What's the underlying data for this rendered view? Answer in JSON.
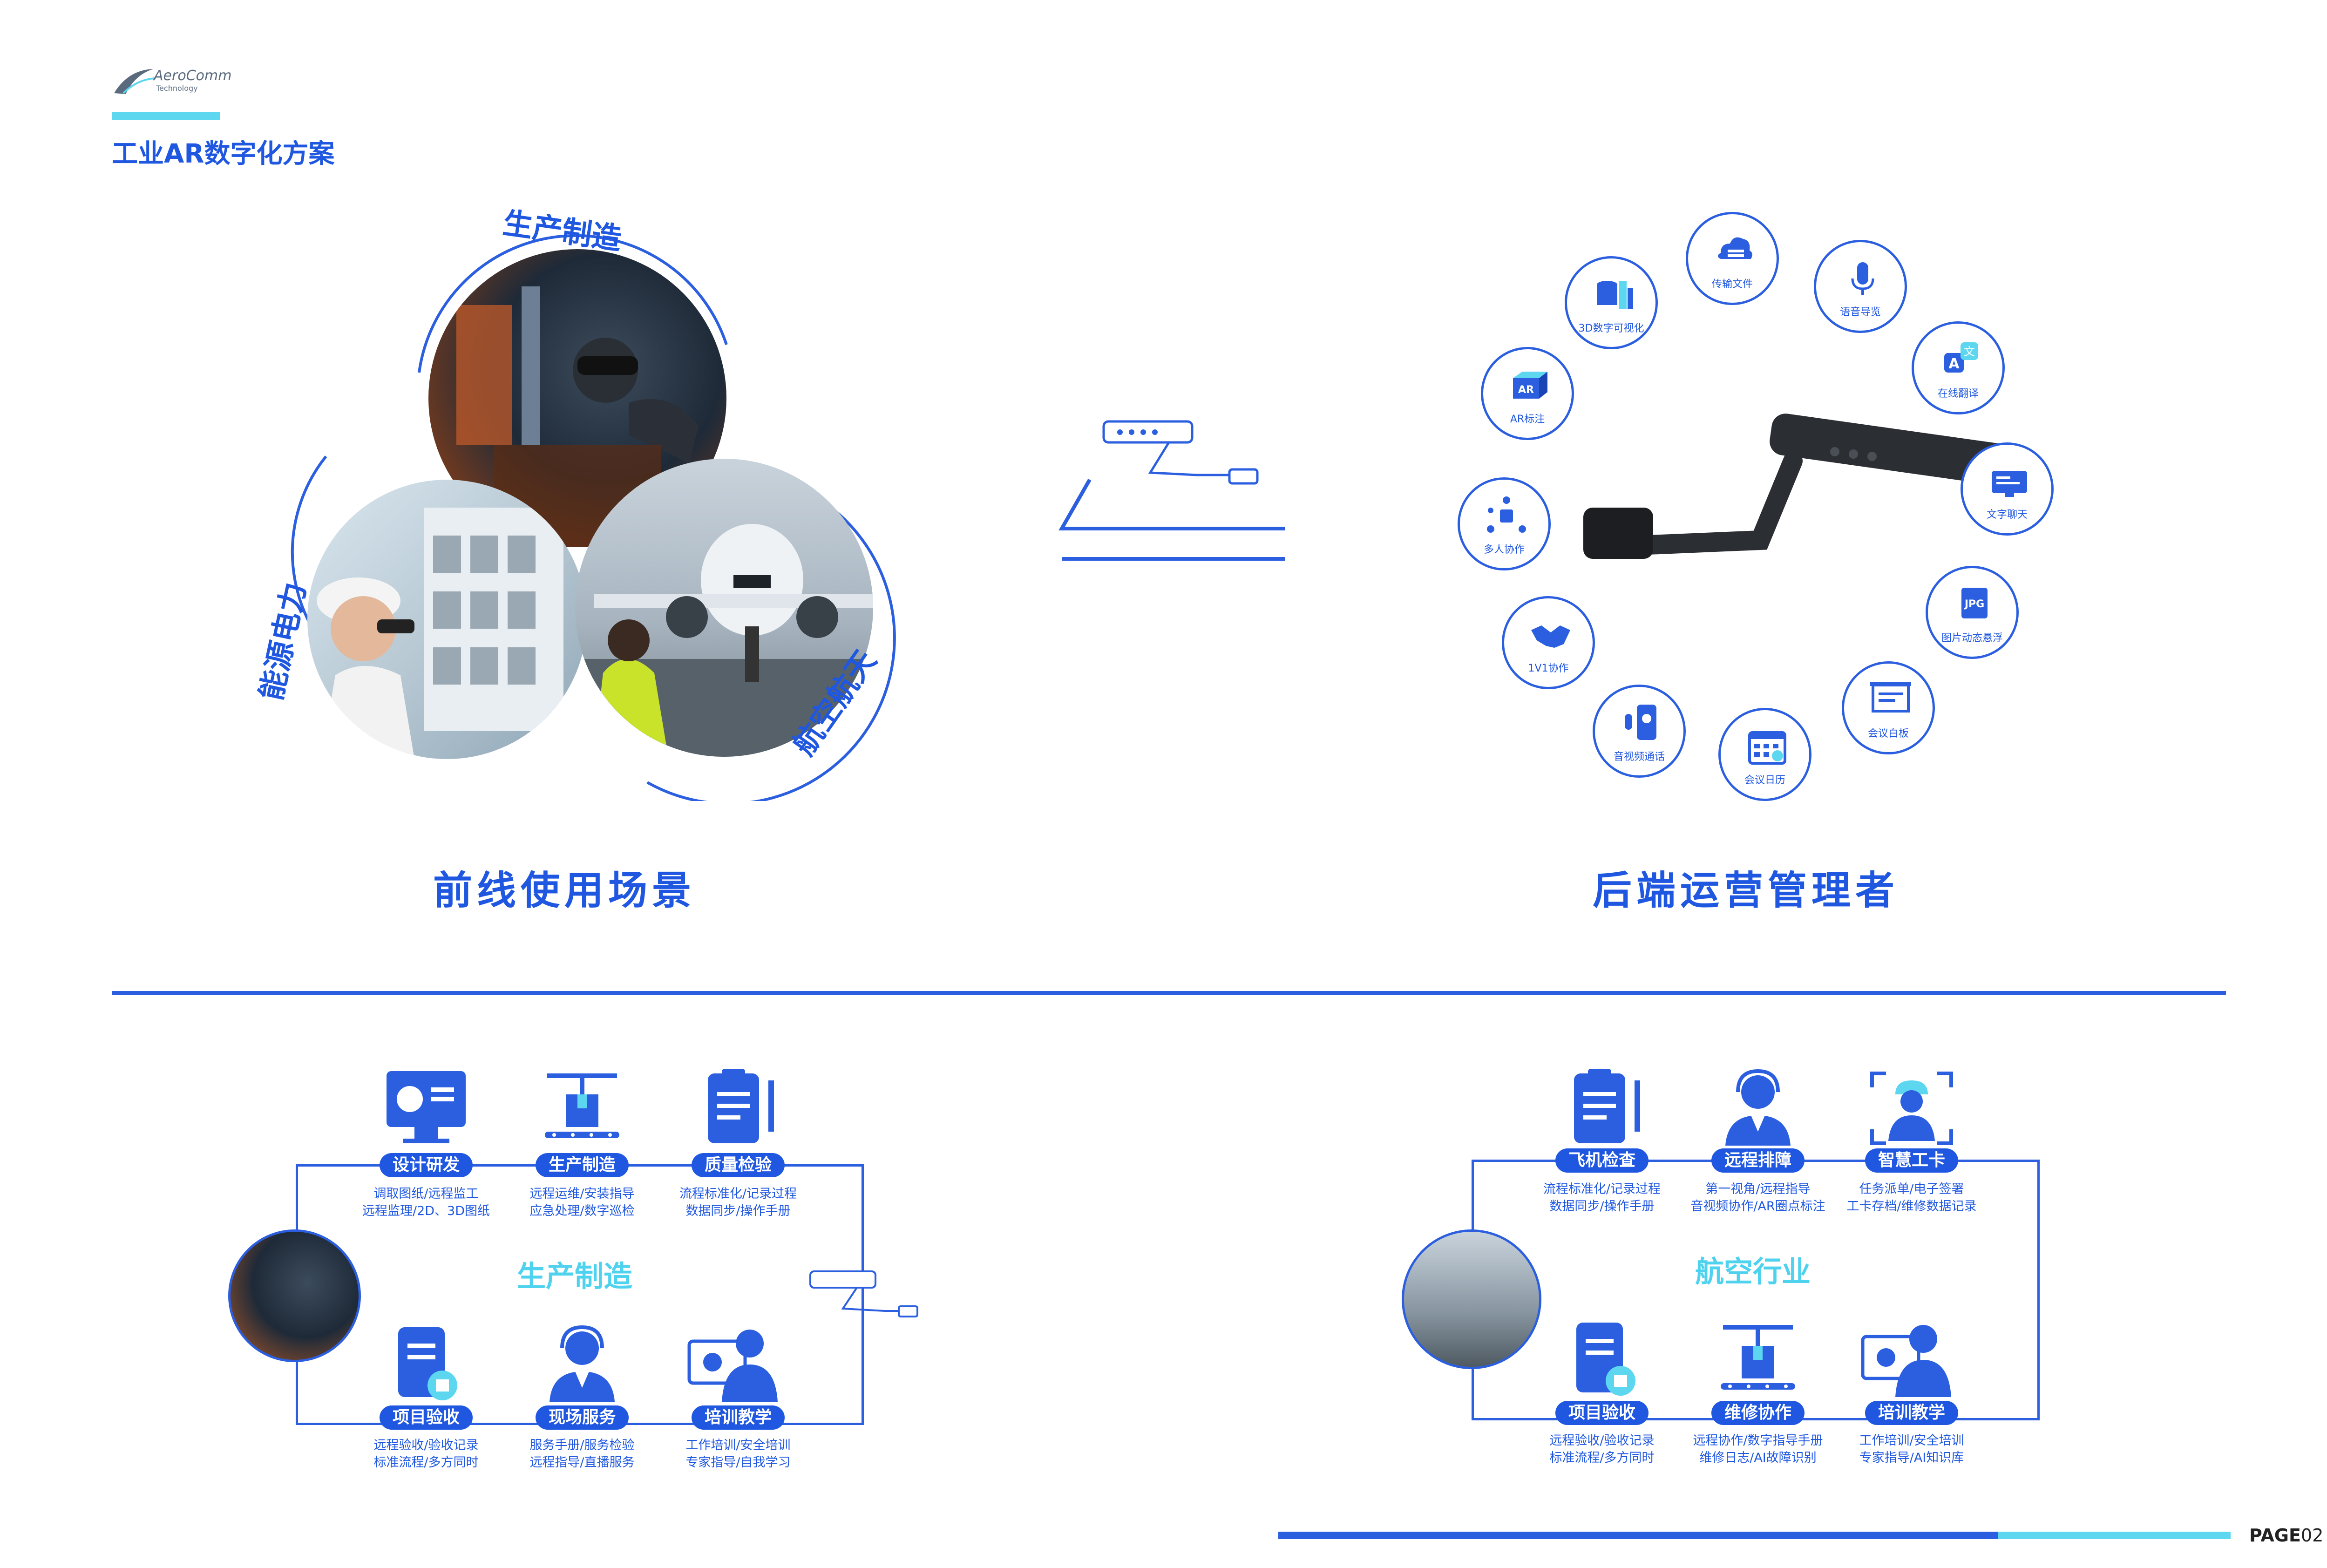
{
  "header": {
    "logo_name": "AeroComm",
    "logo_sub": "Technology",
    "title": "工业AR数字化方案"
  },
  "scenes": {
    "ring_labels": [
      "生产制造",
      "能源电力",
      "航空航天"
    ],
    "caption": "前线使用场景"
  },
  "backend": {
    "caption": "后端运营管理者",
    "features": [
      {
        "label": "传输文件",
        "icon": "cloud-transfer-icon"
      },
      {
        "label": "语音导览",
        "icon": "microphone-icon"
      },
      {
        "label": "在线翻译",
        "icon": "translate-icon"
      },
      {
        "label": "文字聊天",
        "icon": "chat-screen-icon"
      },
      {
        "label": "图片动态悬浮",
        "icon": "jpg-icon"
      },
      {
        "label": "会议白板",
        "icon": "whiteboard-icon"
      },
      {
        "label": "会议日历",
        "icon": "calendar-icon"
      },
      {
        "label": "音视频通话",
        "icon": "video-call-icon"
      },
      {
        "label": "1V1协作",
        "icon": "handshake-icon"
      },
      {
        "label": "多人协作",
        "icon": "team-icon"
      },
      {
        "label": "AR标注",
        "icon": "ar-box-icon"
      },
      {
        "label": "3D数字可视化",
        "icon": "3d-chart-icon"
      }
    ],
    "ar_label": "AR",
    "jpg_label": "JPG",
    "translate_a": "A",
    "translate_wen": "文"
  },
  "manufacturing": {
    "title": "生产制造",
    "items": [
      {
        "label": "设计研发",
        "desc": [
          "调取图纸/远程监工",
          "远程监理/2D、3D图纸"
        ],
        "icon": "monitor-icon"
      },
      {
        "label": "生产制造",
        "desc": [
          "远程运维/安装指导",
          "应急处理/数字巡检"
        ],
        "icon": "crane-icon"
      },
      {
        "label": "质量检验",
        "desc": [
          "流程标准化/记录过程",
          "数据同步/操作手册"
        ],
        "icon": "clipboard-icon"
      },
      {
        "label": "项目验收",
        "desc": [
          "远程验收/验收记录",
          "标准流程/多方同时"
        ],
        "icon": "approval-icon"
      },
      {
        "label": "现场服务",
        "desc": [
          "服务手册/服务检验",
          "远程指导/直播服务"
        ],
        "icon": "headset-icon"
      },
      {
        "label": "培训教学",
        "desc": [
          "工作培训/安全培训",
          "专家指导/自我学习"
        ],
        "icon": "trainer-icon"
      }
    ]
  },
  "aviation": {
    "title": "航空行业",
    "items": [
      {
        "label": "飞机检查",
        "desc": [
          "流程标准化/记录过程",
          "数据同步/操作手册"
        ],
        "icon": "clipboard-icon"
      },
      {
        "label": "远程排障",
        "desc": [
          "第一视角/远程指导",
          "音视频协作/AR圈点标注"
        ],
        "icon": "headset-icon"
      },
      {
        "label": "智慧工卡",
        "desc": [
          "任务派单/电子签署",
          "工卡存档/维修数据记录"
        ],
        "icon": "worker-scan-icon"
      },
      {
        "label": "项目验收",
        "desc": [
          "远程验收/验收记录",
          "标准流程/多方同时"
        ],
        "icon": "approval-icon"
      },
      {
        "label": "维修协作",
        "desc": [
          "远程协作/数字指导手册",
          "维修日志/AI故障识别"
        ],
        "icon": "crane-icon"
      },
      {
        "label": "培训教学",
        "desc": [
          "工作培训/安全培训",
          "专家指导/AI知识库"
        ],
        "icon": "trainer-icon"
      }
    ]
  },
  "footer": {
    "page_prefix": "PAGE",
    "page_number": "02"
  },
  "colors": {
    "primary": "#1f57e0",
    "accent": "#5dd6f0",
    "light_text": "#4fd2ee"
  }
}
